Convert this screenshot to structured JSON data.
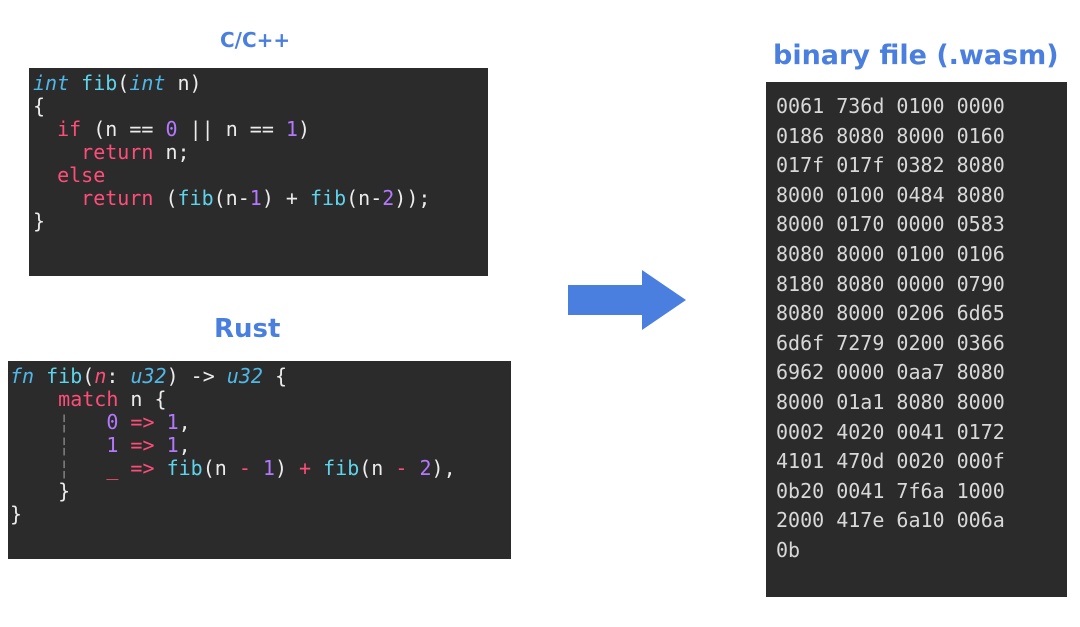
{
  "cpp": {
    "label": "C/C++",
    "lines": [
      [
        {
          "c": "t",
          "s": "int"
        },
        {
          "c": "p",
          "s": " "
        },
        {
          "c": "f",
          "s": "fib"
        },
        {
          "c": "p",
          "s": "("
        },
        {
          "c": "t",
          "s": "int"
        },
        {
          "c": "p",
          "s": " n)"
        }
      ],
      [
        {
          "c": "p",
          "s": "{"
        }
      ],
      [
        {
          "c": "p",
          "s": "  "
        },
        {
          "c": "k",
          "s": "if"
        },
        {
          "c": "p",
          "s": " (n == "
        },
        {
          "c": "n",
          "s": "0"
        },
        {
          "c": "p",
          "s": " || n == "
        },
        {
          "c": "n",
          "s": "1"
        },
        {
          "c": "p",
          "s": ")"
        }
      ],
      [
        {
          "c": "p",
          "s": "    "
        },
        {
          "c": "k",
          "s": "return"
        },
        {
          "c": "p",
          "s": " n;"
        }
      ],
      [
        {
          "c": "p",
          "s": "  "
        },
        {
          "c": "k",
          "s": "else"
        }
      ],
      [
        {
          "c": "p",
          "s": "    "
        },
        {
          "c": "k",
          "s": "return"
        },
        {
          "c": "p",
          "s": " ("
        },
        {
          "c": "f",
          "s": "fib"
        },
        {
          "c": "p",
          "s": "(n-"
        },
        {
          "c": "n",
          "s": "1"
        },
        {
          "c": "p",
          "s": ") + "
        },
        {
          "c": "f",
          "s": "fib"
        },
        {
          "c": "p",
          "s": "(n-"
        },
        {
          "c": "n",
          "s": "2"
        },
        {
          "c": "p",
          "s": "));"
        }
      ],
      [
        {
          "c": "p",
          "s": "}"
        }
      ]
    ]
  },
  "rust": {
    "label": "Rust",
    "lines": [
      [
        {
          "c": "t",
          "s": "fn"
        },
        {
          "c": "p",
          "s": " "
        },
        {
          "c": "f",
          "s": "fib"
        },
        {
          "c": "p",
          "s": "("
        },
        {
          "c": "v",
          "s": "n"
        },
        {
          "c": "p",
          "s": ": "
        },
        {
          "c": "t",
          "s": "u32"
        },
        {
          "c": "p",
          "s": ") -> "
        },
        {
          "c": "t",
          "s": "u32"
        },
        {
          "c": "p",
          "s": " {"
        }
      ],
      [
        {
          "c": "p",
          "s": "    "
        },
        {
          "c": "k",
          "s": "match"
        },
        {
          "c": "p",
          "s": " n {"
        }
      ],
      [
        {
          "c": "g",
          "s": "    ¦   "
        },
        {
          "c": "n",
          "s": "0"
        },
        {
          "c": "p",
          "s": " "
        },
        {
          "c": "o",
          "s": "=>"
        },
        {
          "c": "p",
          "s": " "
        },
        {
          "c": "n",
          "s": "1"
        },
        {
          "c": "p",
          "s": ","
        }
      ],
      [
        {
          "c": "g",
          "s": "    ¦   "
        },
        {
          "c": "n",
          "s": "1"
        },
        {
          "c": "p",
          "s": " "
        },
        {
          "c": "o",
          "s": "=>"
        },
        {
          "c": "p",
          "s": " "
        },
        {
          "c": "n",
          "s": "1"
        },
        {
          "c": "p",
          "s": ","
        }
      ],
      [
        {
          "c": "g",
          "s": "    ¦   "
        },
        {
          "c": "k",
          "s": "_"
        },
        {
          "c": "p",
          "s": " "
        },
        {
          "c": "o",
          "s": "=>"
        },
        {
          "c": "p",
          "s": " "
        },
        {
          "c": "f",
          "s": "fib"
        },
        {
          "c": "p",
          "s": "(n "
        },
        {
          "c": "o",
          "s": "-"
        },
        {
          "c": "p",
          "s": " "
        },
        {
          "c": "n",
          "s": "1"
        },
        {
          "c": "p",
          "s": ") "
        },
        {
          "c": "o",
          "s": "+"
        },
        {
          "c": "p",
          "s": " "
        },
        {
          "c": "f",
          "s": "fib"
        },
        {
          "c": "p",
          "s": "(n "
        },
        {
          "c": "o",
          "s": "-"
        },
        {
          "c": "p",
          "s": " "
        },
        {
          "c": "n",
          "s": "2"
        },
        {
          "c": "p",
          "s": "),"
        }
      ],
      [
        {
          "c": "p",
          "s": "    }"
        }
      ],
      [
        {
          "c": "p",
          "s": "}"
        }
      ]
    ]
  },
  "wasm": {
    "label": "binary file (.wasm)",
    "rows": [
      "0061 736d 0100 0000",
      "0186 8080 8000 0160",
      "017f 017f 0382 8080",
      "8000 0100 0484 8080",
      "8000 0170 0000 0583",
      "8080 8000 0100 0106",
      "8180 8080 0000 0790",
      "8080 8000 0206 6d65",
      "6d6f 7279 0200 0366",
      "6962 0000 0aa7 8080",
      "8000 01a1 8080 8000",
      "0002 4020 0041 0172",
      "4101 470d 0020 000f",
      "0b20 0041 7f6a 1000",
      "2000 417e 6a10 006a",
      "0b"
    ]
  },
  "colors": {
    "label": "#4a7fe0",
    "arrow": "#4a7fe0",
    "code_bg": "#2b2b2b"
  }
}
